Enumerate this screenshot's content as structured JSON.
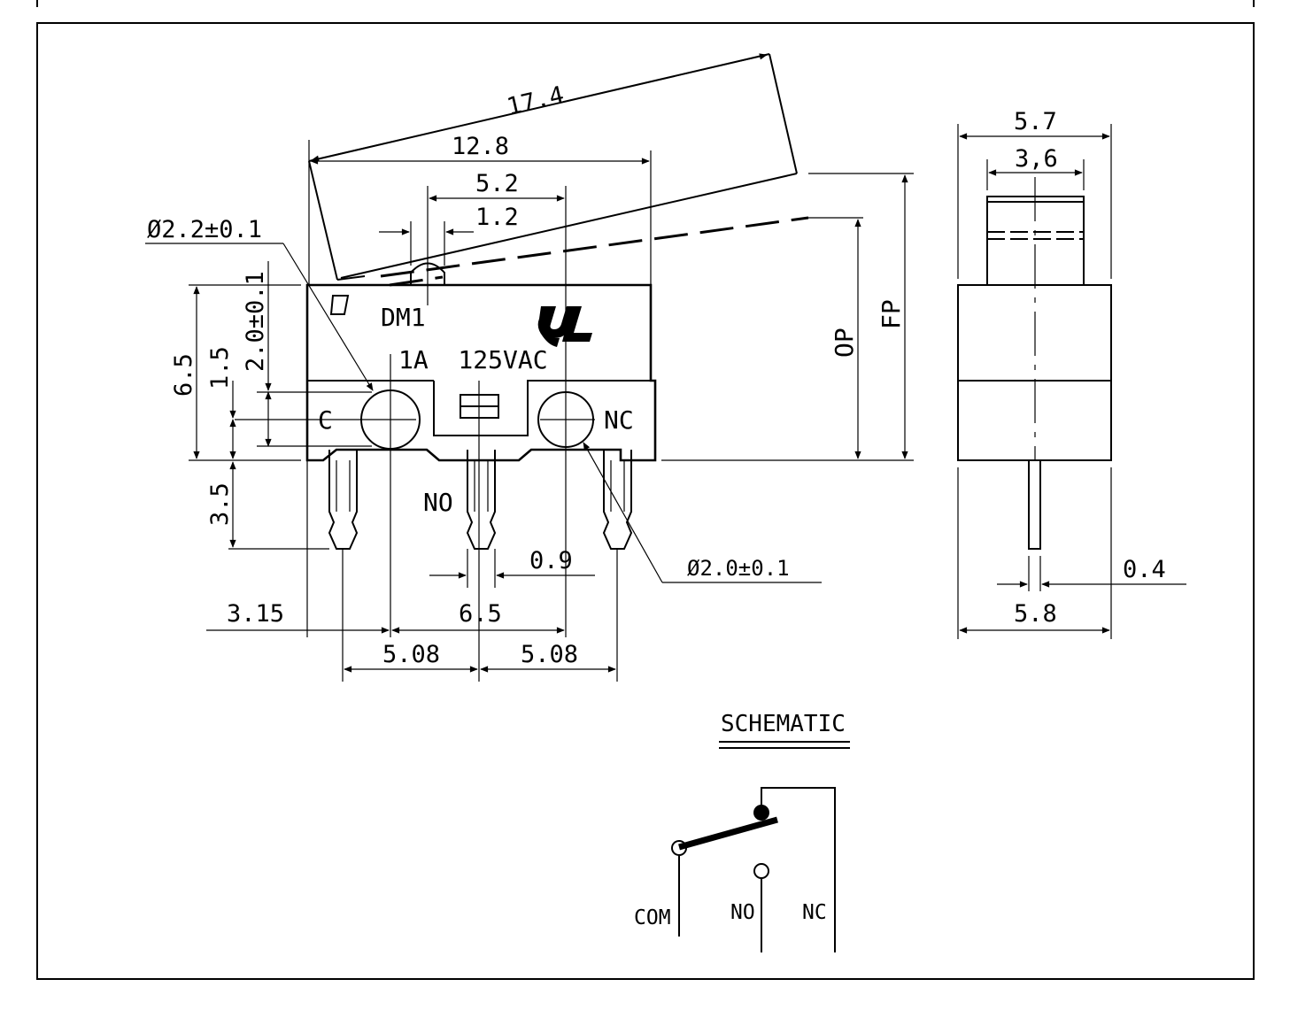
{
  "front_view": {
    "model": "DM1",
    "rating": "1A  125VAC",
    "terminal_c": "C",
    "terminal_no": "NO",
    "terminal_nc": "NC",
    "hole_c_callout": "Ø2.2±0.1",
    "hole_nc_callout": "Ø2.0±0.1",
    "op_label": "OP",
    "fp_label": "FP"
  },
  "front_dims": {
    "lever_length": "17.4",
    "lever_pivot_to_end": "12.8",
    "actuator_offset": "5.2",
    "actuator_width": "1.2",
    "body_height": "6.5",
    "hole_height": "1.5",
    "hole_c_height": "2.0±0.1",
    "pin_length": "3.5",
    "pin_width": "0.9",
    "left_edge_to_c": "3.15",
    "c_to_nc": "6.5",
    "pin_pitch_1": "5.08",
    "pin_pitch_2": "5.08"
  },
  "side_dims": {
    "body_width_top": "5.7",
    "plunger_width": "3,6",
    "body_width_bottom": "5.8",
    "pin_thickness": "0.4"
  },
  "schematic": {
    "title": "SCHEMATIC",
    "com_label": "COM",
    "no_label": "NO",
    "nc_label": "NC"
  }
}
